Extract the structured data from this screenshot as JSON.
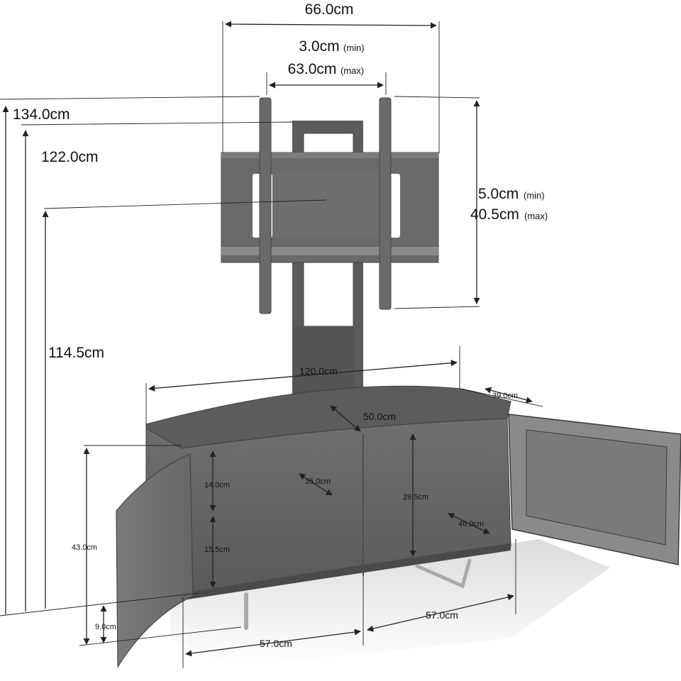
{
  "diagram": {
    "dimensions": {
      "mount_width": "66.0cm",
      "bracket_min": "3.0cm",
      "bracket_min_note": "(min)",
      "bracket_max": "63.0cm",
      "bracket_max_note": "(max)",
      "height_total": "134.0cm",
      "height_top": "122.0cm",
      "height_center": "114.5cm",
      "vertical_min": "5.0cm",
      "vertical_min_note": "(min)",
      "vertical_max": "40.5cm",
      "vertical_max_note": "(max)",
      "cabinet_width": "120.0cm",
      "side_depth": "39.0cm",
      "cabinet_depth": "50.0cm",
      "cabinet_height": "43.0cm",
      "leg_height": "9.0cm",
      "shelf_upper": "14.0cm",
      "shelf_lower": "15.5cm",
      "inner_depth": "35.0cm",
      "inner_height": "29.5cm",
      "side_inner_depth": "46.0cm",
      "door_width_left": "57.0cm",
      "door_width_right": "57.0cm"
    }
  }
}
